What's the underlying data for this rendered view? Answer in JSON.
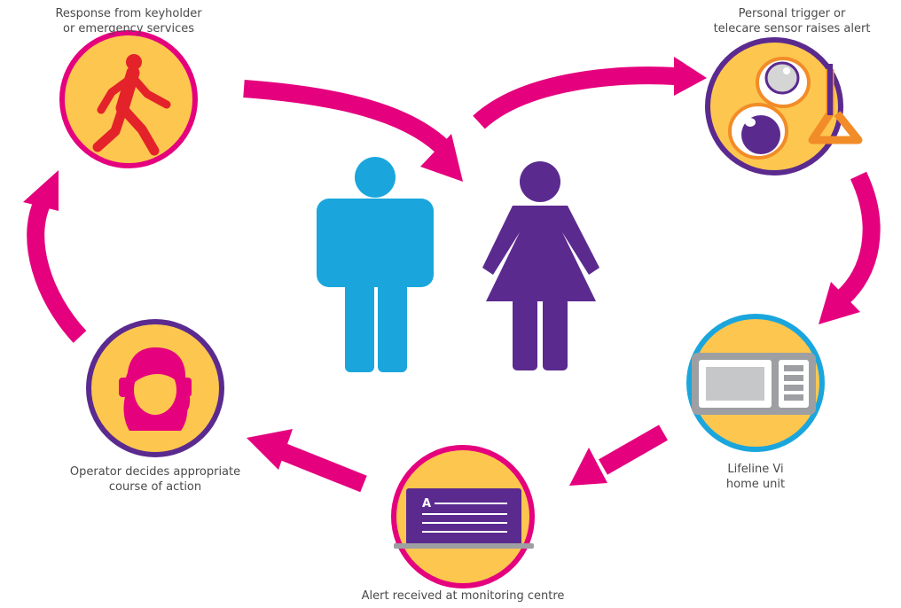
{
  "colors": {
    "arrow": "#e5007e",
    "circle_fill": "#fdc64f",
    "man": "#1aa6dc",
    "woman": "#5b2a8f",
    "walker": "#e4222a",
    "operator": "#e5007e",
    "device_grey": "#9d9fa2",
    "sensor_orange": "#f28c28",
    "laptop": "#5b2a8f"
  },
  "icons": {
    "response": "walking-person-icon",
    "trigger": "pendant-and-sensor-icon",
    "home_unit": "home-unit-device-icon",
    "monitoring": "laptop-icon",
    "operator": "operator-headset-icon",
    "man": "man-figure-icon",
    "woman": "woman-figure-icon"
  },
  "steps": {
    "response": {
      "line1": "Response from keyholder",
      "line2": "or emergency services"
    },
    "trigger": {
      "line1": "Personal trigger or",
      "line2": "telecare sensor raises alert"
    },
    "home_unit": {
      "line1": "Lifeline Vi",
      "line2": "home unit"
    },
    "monitoring": {
      "line1": "Alert received at monitoring centre"
    },
    "operator": {
      "line1": "Operator decides appropriate",
      "line2": "course of action"
    }
  }
}
